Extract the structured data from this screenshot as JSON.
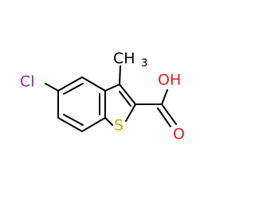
{
  "molecule": {
    "colors": {
      "bond": "#000000",
      "chlorine": "#9b1fb3",
      "sulfur": "#c8a800",
      "oxygen": "#e0201b",
      "carbon": "#000000"
    },
    "labels": {
      "chlorine": "Cl",
      "sulfur": "S",
      "methyl_main": "CH",
      "methyl_sub": "3",
      "hydroxyl": "OH",
      "carbonyl_oxygen": "O"
    }
  }
}
